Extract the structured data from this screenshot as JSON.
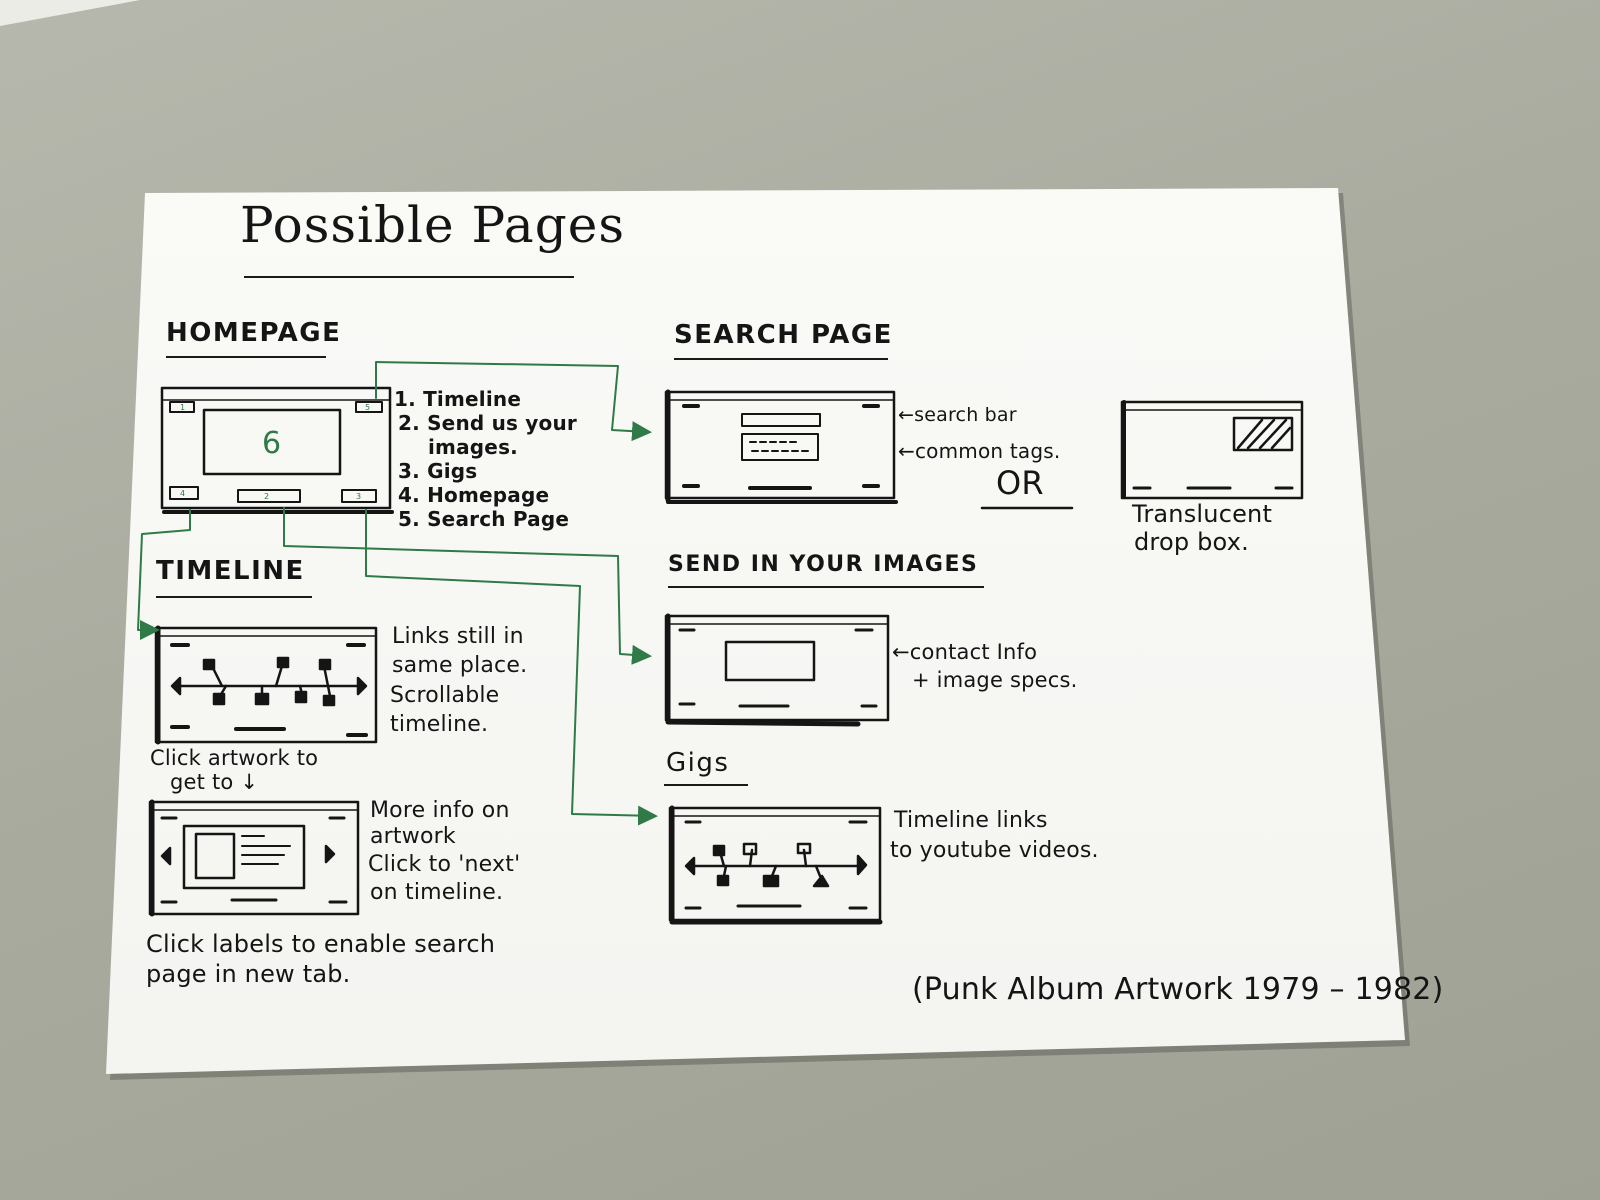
{
  "title": "Possible Pages",
  "sections": {
    "homepage": "HOMEPAGE",
    "search_page": "SEARCH PAGE",
    "timeline": "TIMELINE",
    "send_images": "SEND IN YOUR IMAGES",
    "gigs": "Gigs"
  },
  "homepage_sketch_label": "6",
  "homepage_links": [
    "1. Timeline",
    "2. Send us your",
    "images.",
    "3. Gigs",
    "4. Homepage",
    "5. Search Page"
  ],
  "homepage_button_labels": [
    "1",
    "2",
    "3",
    "4",
    "5"
  ],
  "search_notes": {
    "search_bar": "←search bar",
    "common_tags": "←common tags.",
    "or": "OR",
    "translucent": [
      "Translucent",
      "drop box."
    ]
  },
  "timeline_notes": [
    "Links still in",
    "same place.",
    "Scrollable",
    "timeline."
  ],
  "click_artwork": [
    "Click artwork to",
    "get to ↓"
  ],
  "more_info": [
    "More info on",
    "artwork",
    "Click to 'next'",
    "on timeline."
  ],
  "click_labels": [
    "Click labels to enable search",
    "page in new tab."
  ],
  "send_notes": [
    "←contact Info",
    "+ image specs."
  ],
  "gigs_notes": [
    "Timeline links",
    "to youtube videos."
  ],
  "footer": "(Punk Album Artwork 1979 – 1982)",
  "colors": {
    "ink": "#151515",
    "arrow": "#2f7a47",
    "paper": "#f7f7f4",
    "table": "#a9ab9f"
  }
}
